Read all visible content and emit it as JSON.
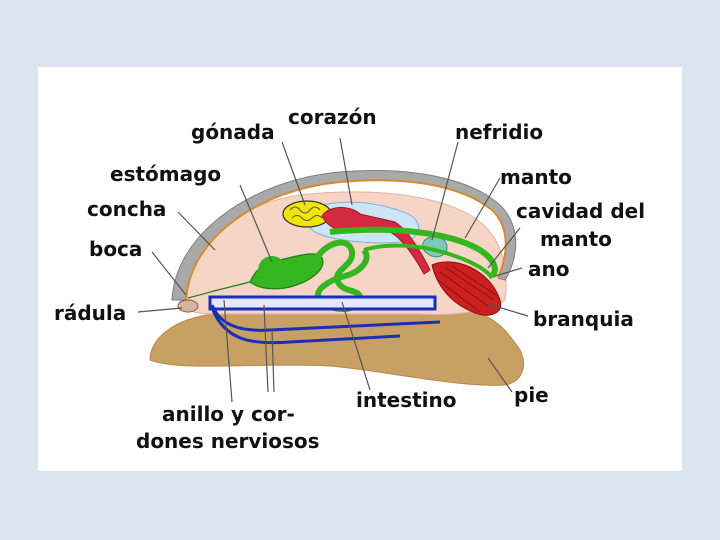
{
  "colors": {
    "slide_background": "#dce6f1",
    "panel_background": "#ffffff",
    "shell": "#a9a9a9",
    "mantle_body": "#f6d4c6",
    "foot": "#c8a063",
    "digestive": "#33b61f",
    "nerves": "#1a2fb8",
    "heart": "#d42a3f",
    "gill": "#cc1f1f",
    "gonad": "#f2e600",
    "pericardium": "#cde6f7"
  },
  "labels": {
    "gonada": "gónada",
    "corazon": "corazón",
    "nefridio": "nefridio",
    "estomago": "estómago",
    "manto": "manto",
    "concha": "concha",
    "cavidad_1": "cavidad del",
    "cavidad_2": "manto",
    "boca": "boca",
    "ano": "ano",
    "radula": "rádula",
    "branquia": "branquia",
    "intestino": "intestino",
    "pie": "pie",
    "nervios_1": "anillo y cor-",
    "nervios_2": "dones nerviosos"
  }
}
